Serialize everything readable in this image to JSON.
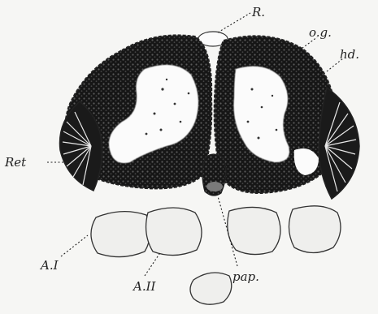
{
  "figure": {
    "labels": {
      "R": "R.",
      "og": "o.g.",
      "hd": "hd.",
      "Ret": "Ret",
      "AI": "A.I",
      "AII": "A.II",
      "pap": "pap."
    }
  },
  "colors": {
    "background": "#f6f6f4",
    "ink": "#1a1a1a",
    "tissue_dark": "#141414",
    "tissue_light": "#fbfbfb",
    "cell_outline": "#555555"
  }
}
